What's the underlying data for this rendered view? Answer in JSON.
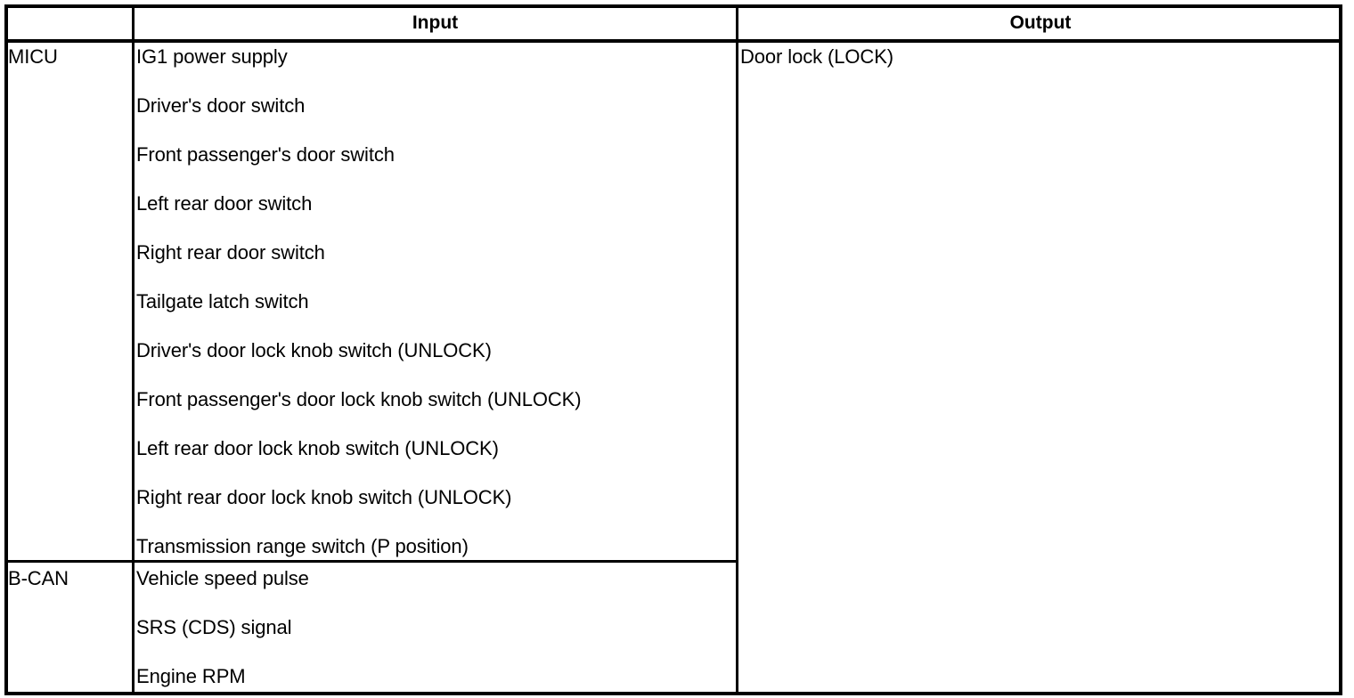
{
  "table": {
    "columns": {
      "source_header": "",
      "input_header": "Input",
      "output_header": "Output"
    },
    "groups": [
      {
        "source": "MICU",
        "inputs": [
          "IG1 power supply",
          "Driver's door switch",
          "Front passenger's door switch",
          "Left rear door switch",
          "Right rear door switch",
          "Tailgate latch switch",
          "Driver's door lock knob switch (UNLOCK)",
          "Front passenger's door lock knob switch (UNLOCK)",
          "Left rear door lock knob switch (UNLOCK)",
          "Right rear door lock knob switch (UNLOCK)",
          "Transmission range switch (P position)"
        ]
      },
      {
        "source": "B-CAN",
        "inputs": [
          "Vehicle speed pulse",
          "SRS (CDS) signal",
          "Engine RPM"
        ]
      }
    ],
    "outputs": [
      "Door lock (LOCK)"
    ],
    "colors": {
      "border": "#000000",
      "text": "#000000",
      "background": "#ffffff"
    }
  }
}
